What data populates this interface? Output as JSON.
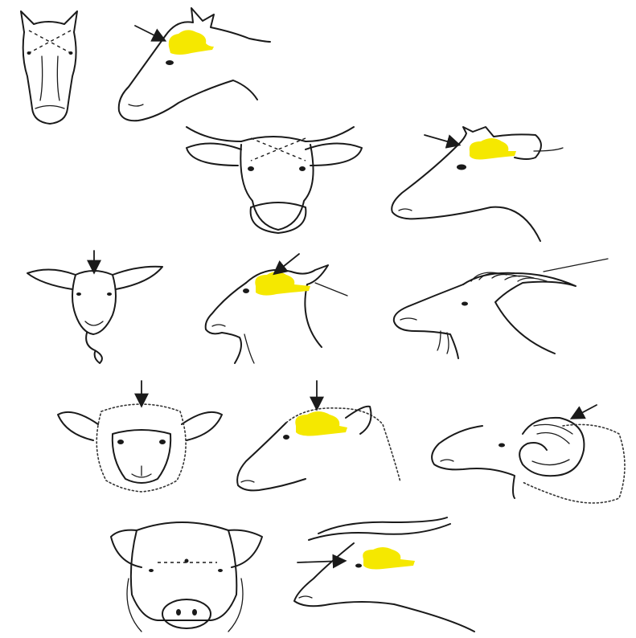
{
  "colors": {
    "brain_highlight": "#f5e800",
    "line_art": "#1a1a1a",
    "background": "#ffffff"
  },
  "figure": {
    "rows": [
      {
        "animal": "horse",
        "views": [
          "front-crosshair",
          "side-brain"
        ]
      },
      {
        "animal": "cattle",
        "views": [
          "front-crosshair",
          "side-brain"
        ]
      },
      {
        "animal": "goat",
        "views": [
          "front-arrow",
          "side-brain",
          "horned-side"
        ]
      },
      {
        "animal": "sheep",
        "views": [
          "front-arrow",
          "side-brain",
          "horned-ram-side"
        ]
      },
      {
        "animal": "pig",
        "views": [
          "front-line",
          "side-brain"
        ]
      }
    ]
  }
}
